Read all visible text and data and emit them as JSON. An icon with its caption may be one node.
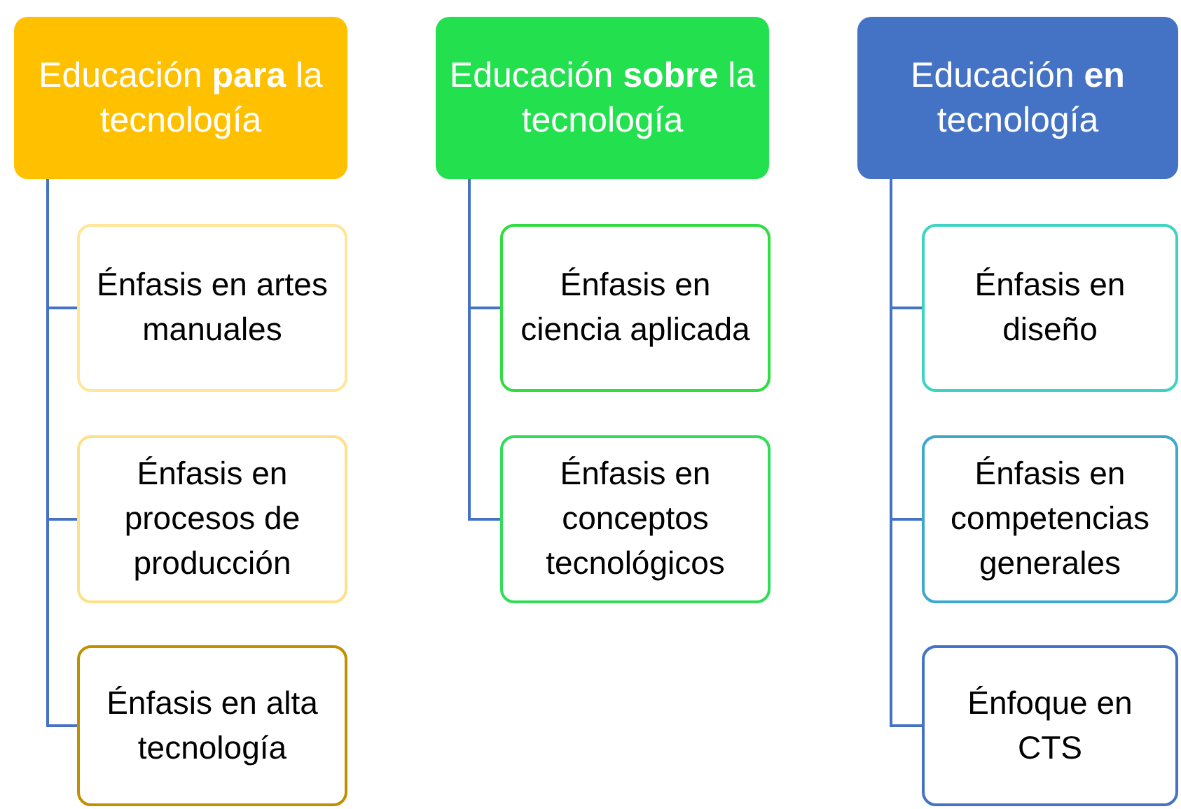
{
  "diagram": {
    "nodes": [
      {
        "text": [
          "Educación **para** la tecnología"
        ]
      },
      {
        "text": [
          "Énfasis en artes manuales"
        ]
      },
      {
        "text": [
          "Énfasis en procesos de producción"
        ]
      },
      {
        "text": [
          "Énfasis en alta tecnología"
        ]
      },
      {
        "text": [
          "Educación **sobre** la tecnología"
        ]
      },
      {
        "text": [
          "Énfasis en ciencia aplicada"
        ]
      },
      {
        "text": [
          "Énfasis en conceptos tecnológicos"
        ]
      },
      {
        "text": [
          "Educación **en** tecnología"
        ]
      },
      {
        "text": [
          "Énfasis en diseño"
        ]
      },
      {
        "text": [
          "Énfasis en competencias generales"
        ]
      },
      {
        "text": [
          "Énfoque en CTS"
        ]
      }
    ],
    "edges": [
      {
        "from": 0,
        "to": 1,
        "arrow": "none"
      },
      {
        "from": 0,
        "to": 2,
        "arrow": "none"
      },
      {
        "from": 0,
        "to": 3,
        "arrow": "none"
      },
      {
        "from": 4,
        "to": 5,
        "arrow": "none"
      },
      {
        "from": 4,
        "to": 6,
        "arrow": "none"
      },
      {
        "from": 7,
        "to": 8,
        "arrow": "none"
      },
      {
        "from": 7,
        "to": 9,
        "arrow": "none"
      },
      {
        "from": 7,
        "to": 10,
        "arrow": "none"
      }
    ]
  }
}
